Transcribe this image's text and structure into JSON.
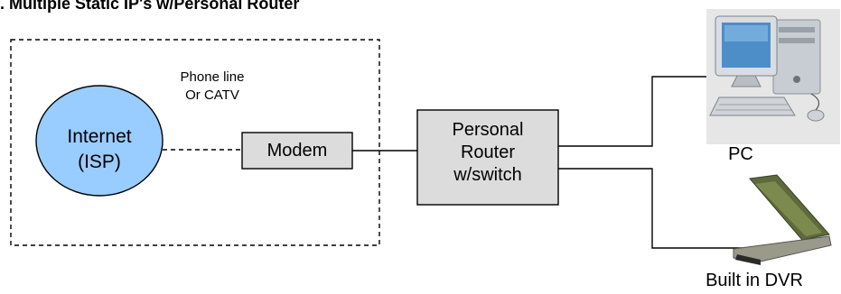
{
  "title": ". Multiple Static IP's w/Personal Router",
  "nodes": {
    "link_label": [
      "Phone line",
      "Or CATV"
    ],
    "internet": [
      "Internet",
      "(ISP)"
    ],
    "modem": "Modem",
    "router": [
      "Personal",
      "Router",
      "w/switch"
    ],
    "pc": "PC",
    "dvr": "Built in DVR"
  },
  "colors": {
    "internet_fill": "#99ccff",
    "box_fill": "#dcdcdc",
    "line": "#000000"
  },
  "icons": [
    "desktop-pc-icon",
    "laptop-dvr-icon"
  ]
}
